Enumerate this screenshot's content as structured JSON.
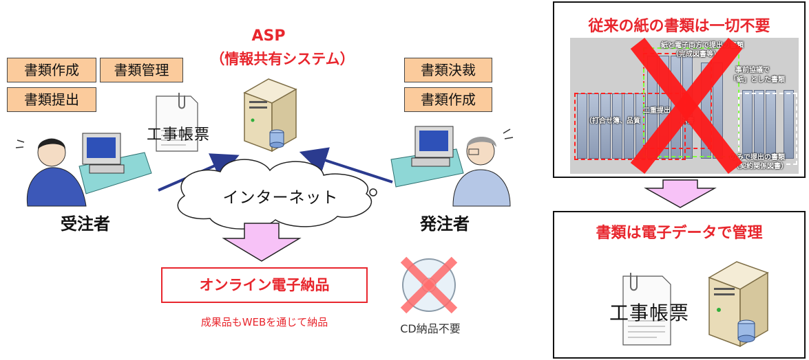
{
  "left_diagram": {
    "asp_title": "ASP",
    "asp_subtitle": "（情報共有システム）",
    "contractor_tags": [
      "書類作成",
      "書類管理",
      "書類提出"
    ],
    "client_tags": [
      "書類決裁",
      "書類作成"
    ],
    "document_label": "工事帳票",
    "internet_label": "インターネット",
    "contractor_label": "受注者",
    "client_label": "発注者",
    "online_delivery": "オンライン電子納品",
    "online_delivery_note": "成果品もWEBを通じて納品",
    "cd_note": "CD納品不要"
  },
  "right_panel": {
    "top_title": "従来の紙の書類は一切不要",
    "photo_captions": [
      "紙と電子両方で提出の書類",
      "（完成図書等）",
      "事前協議で",
      "「紙」とした書類",
      "二重提出",
      "（打合せ簿、品質",
      "ぶ書",
      "のみで提出の書類",
      "（契約関係図書）"
    ],
    "bottom_title": "書類は電子データで管理",
    "document_label": "工事帳票"
  },
  "colors": {
    "accent_red": "#e8262d",
    "tag_fill": "#fbcb9c",
    "arrow_fill": "#f7c2f7",
    "line_blue": "#2b3b8f"
  }
}
